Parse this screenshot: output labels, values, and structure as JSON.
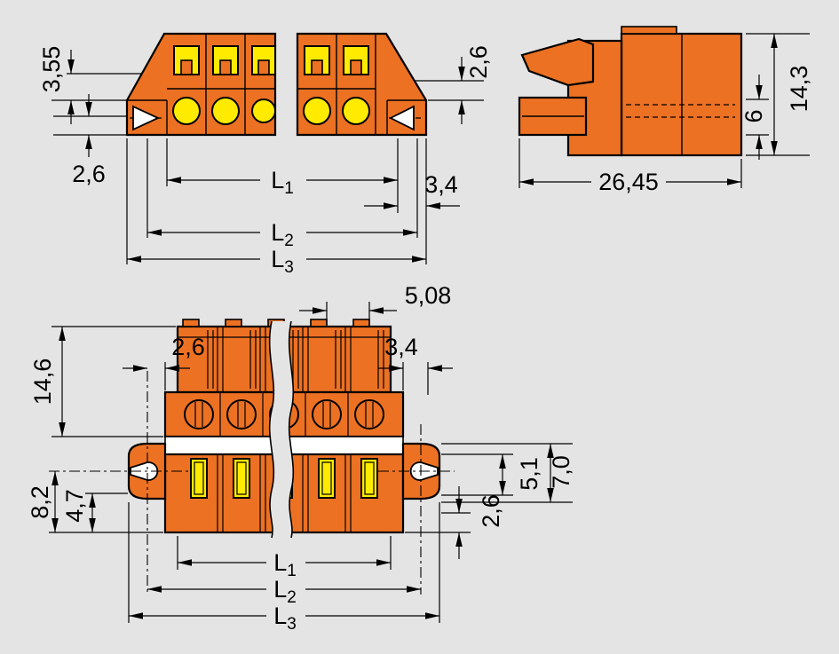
{
  "colors": {
    "background": "#e4e4e4",
    "body": "#ec7123",
    "accent": "#ffeb00",
    "paper": "#ffffff",
    "line": "#000000"
  },
  "top_view": {
    "dim_355": "3,55",
    "dim_26_left": "2,6",
    "dim_26_right": "2,6",
    "dim_34": "3,4",
    "l1": {
      "base": "L",
      "sub": "1"
    },
    "l2": {
      "base": "L",
      "sub": "2"
    },
    "l3": {
      "base": "L",
      "sub": "3"
    }
  },
  "side_view": {
    "dim_143": "14,3",
    "dim_6": "6",
    "dim_2645": "26,45"
  },
  "front_view": {
    "dim_508": "5,08",
    "dim_26_left": "2,6",
    "dim_34": "3,4",
    "dim_146": "14,6",
    "dim_82": "8,2",
    "dim_47": "4,7",
    "dim_51": "5,1",
    "dim_70": "7,0",
    "dim_26_bottom": "2,6",
    "l1": {
      "base": "L",
      "sub": "1"
    },
    "l2": {
      "base": "L",
      "sub": "2"
    },
    "l3": {
      "base": "L",
      "sub": "3"
    }
  }
}
